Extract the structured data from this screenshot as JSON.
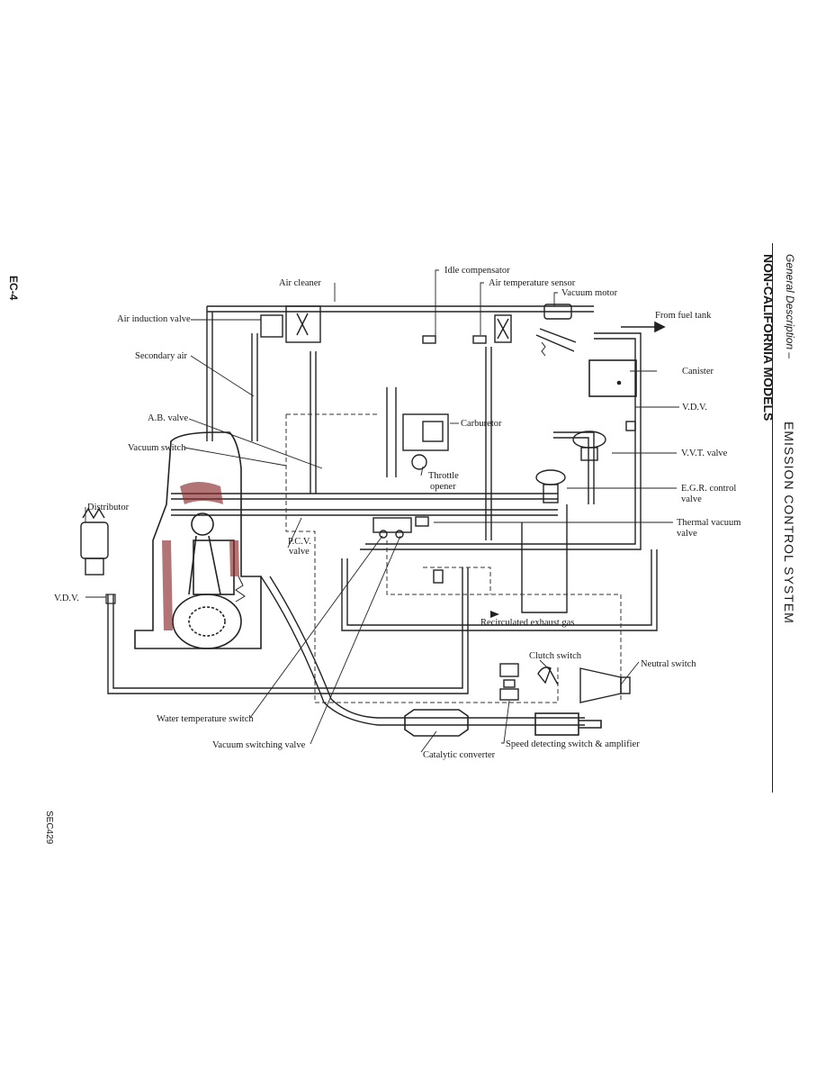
{
  "page": {
    "page_number": "EC-4",
    "figure_code": "SEC429",
    "header_description": "General Description –",
    "header_title": "EMISSION CONTROL SYSTEM",
    "header_subtitle": "NON-CALIFORNIA MODELS"
  },
  "labels": {
    "idle_compensator": "Idle compensator",
    "air_temperature_sensor": "Air temperature sensor",
    "vacuum_motor": "Vacuum motor",
    "air_cleaner": "Air cleaner",
    "air_induction_valve": "Air induction valve",
    "from_fuel_tank": "From fuel tank",
    "secondary_air": "Secondary air",
    "canister": "Canister",
    "ab_valve": "A.B. valve",
    "vdv_top": "V.D.V.",
    "vacuum_switch": "Vacuum switch",
    "carburetor": "Carburetor",
    "vvt_valve": "V.V.T. valve",
    "throttle_opener_1": "Throttle",
    "throttle_opener_2": "opener",
    "egr_control_valve_1": "E.G.R. control",
    "egr_control_valve_2": "valve",
    "distributor": "Distributor",
    "thermal_vacuum_valve_1": "Thermal vacuum",
    "thermal_vacuum_valve_2": "valve",
    "pcv_valve_1": "P.C.V.",
    "pcv_valve_2": "valve",
    "vdv_left": "V.D.V.",
    "recirculated_exhaust_gas": "Recirculated exhaust gas",
    "clutch_switch": "Clutch switch",
    "neutral_switch": "Neutral switch",
    "water_temperature_switch": "Water temperature switch",
    "vacuum_switching_valve": "Vacuum switching valve",
    "speed_detecting_switch": "Speed detecting switch & amplifier",
    "catalytic_converter": "Catalytic converter"
  }
}
